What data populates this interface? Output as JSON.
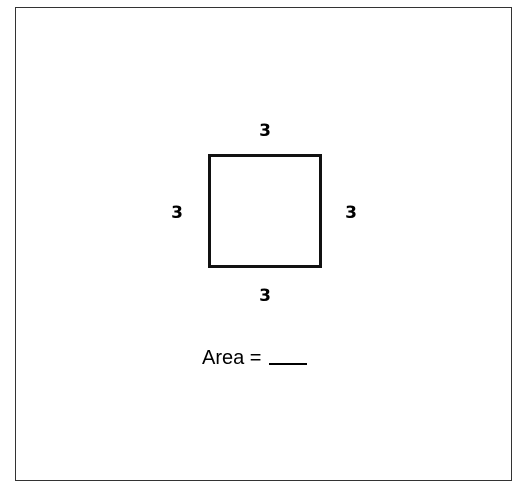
{
  "figure": {
    "shape": "square",
    "sides": {
      "top": "3",
      "bottom": "3",
      "left": "3",
      "right": "3"
    },
    "prompt": "Area ="
  }
}
